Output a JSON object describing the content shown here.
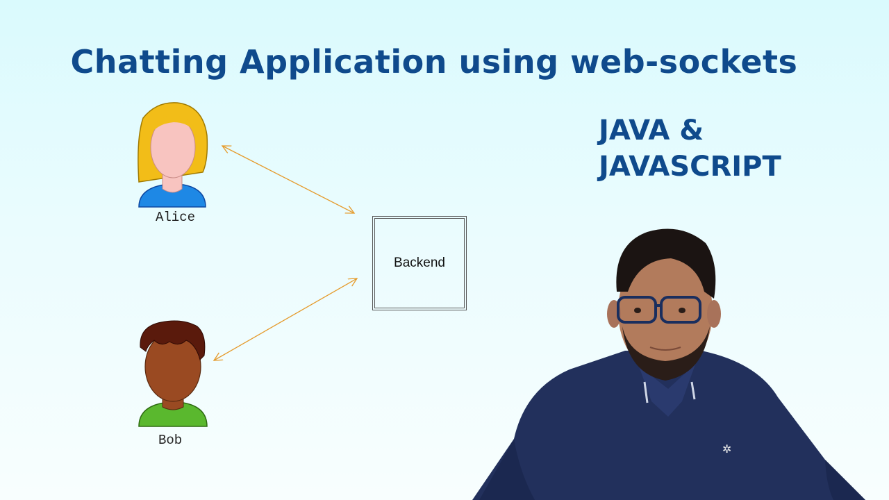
{
  "title": "Chatting Application using web-sockets",
  "subtitle": {
    "line1": "JAVA &",
    "line2": "JAVASCRIPT"
  },
  "nodes": {
    "alice": {
      "label": "Alice",
      "icon": "female-user-avatar-icon"
    },
    "bob": {
      "label": "Bob",
      "icon": "male-user-avatar-icon"
    },
    "backend": {
      "label": "Backend"
    }
  },
  "colors": {
    "title": "#0f4a8c",
    "arrow": "#e59a2a",
    "alice_hair": "#f2bd18",
    "alice_shirt": "#1e88e5",
    "bob_hair": "#5a1a0c",
    "bob_skin": "#9a4a22",
    "bob_shirt": "#5ab82e",
    "presenter_shirt": "#22305c"
  }
}
